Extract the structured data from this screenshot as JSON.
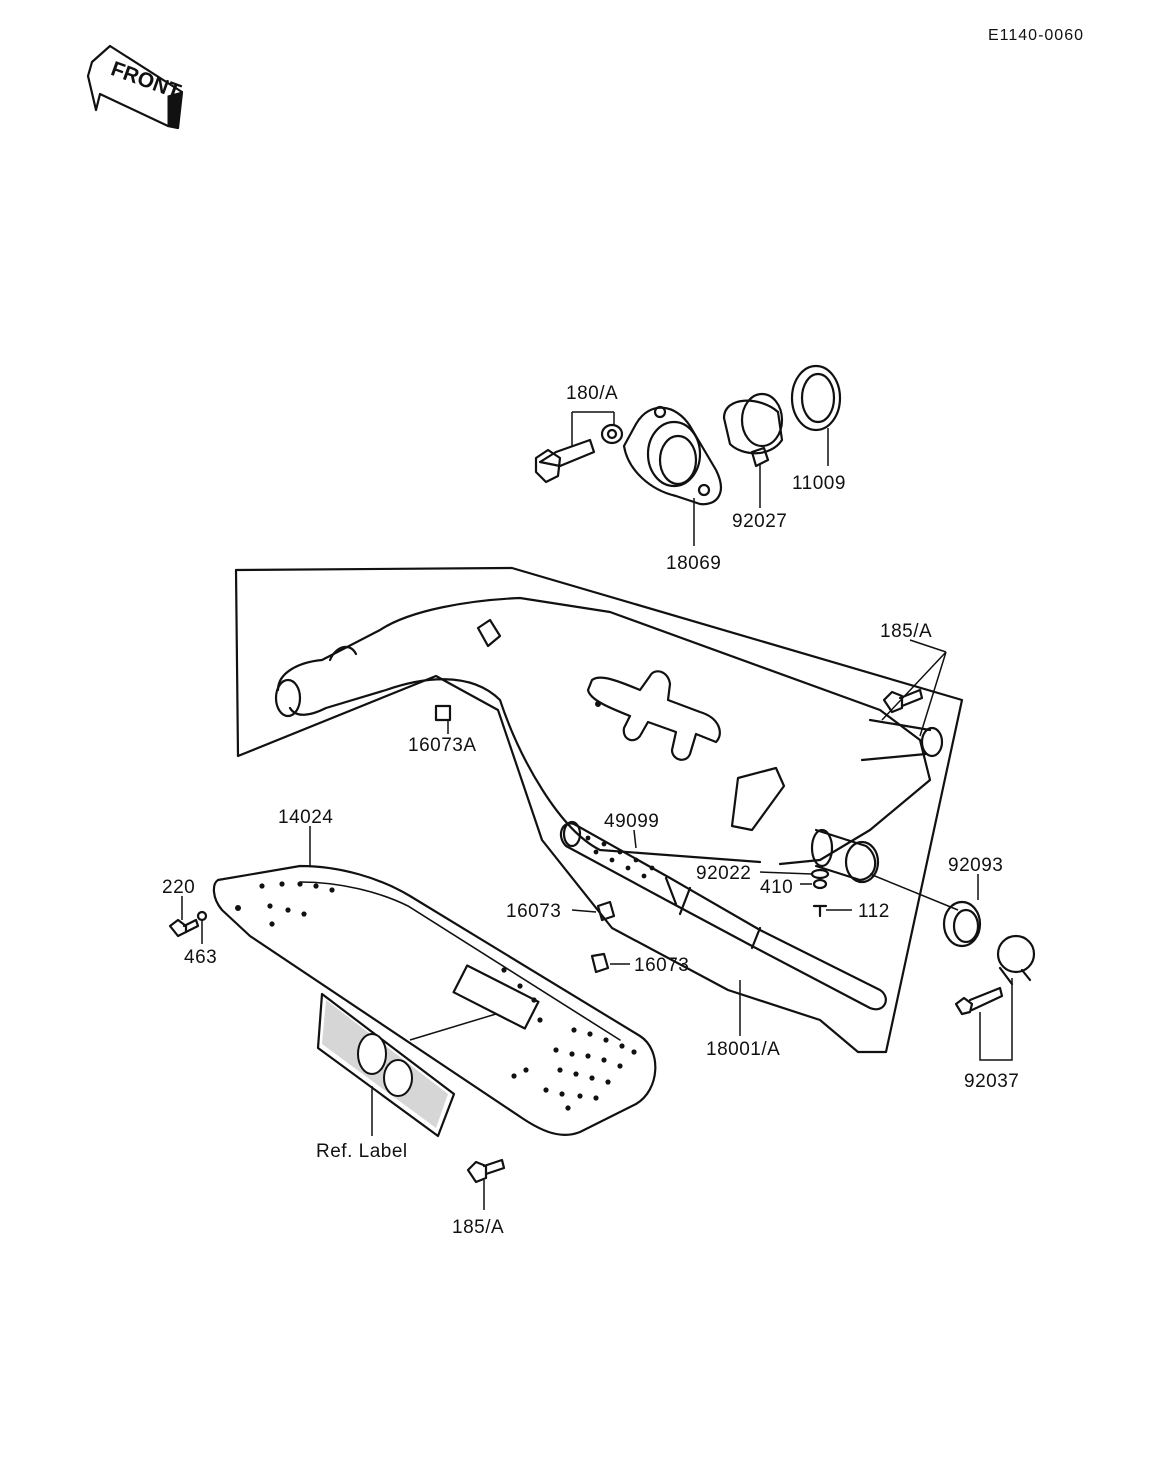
{
  "diagram_code": "E1140-0060",
  "front_indicator": "FRONT",
  "callouts": {
    "bolt_180A": "180/A",
    "gasket_18069": "18069",
    "collar_92027": "92027",
    "ring_11009": "11009",
    "bolt_185A_top": "185/A",
    "damper_16073A": "16073A",
    "cover_14024": "14024",
    "bolt_220": "220",
    "washer_463": "463",
    "pipe_49099": "49099",
    "washer_92022": "92022",
    "washer_410": "410",
    "screw_112": "112",
    "damper_16073_left": "16073",
    "damper_16073_right": "16073",
    "muffler_18001A": "18001/A",
    "seal_92093": "92093",
    "clamp_92037": "92037",
    "ref_label": "Ref.  Label",
    "bolt_185A_bottom": "185/A"
  }
}
